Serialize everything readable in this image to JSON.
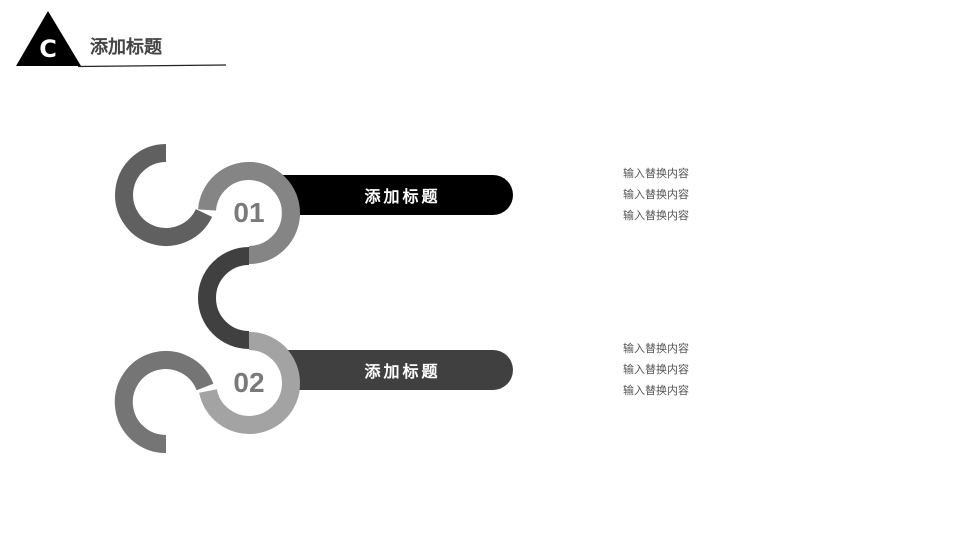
{
  "header": {
    "badge_letter": "C",
    "title": "添加标题"
  },
  "colors": {
    "arc_top_left": "#606060",
    "circle_1": "#858585",
    "arc_middle": "#404040",
    "circle_2": "#a3a3a3",
    "arc_bottom_left": "#757575",
    "bar_1": "#000000",
    "bar_2": "#404040",
    "number_text": "#7a7a7a"
  },
  "steps": [
    {
      "number": "01",
      "title": "添加标题",
      "items": [
        "输入替换内容",
        "输入替换内容",
        "输入替换内容"
      ]
    },
    {
      "number": "02",
      "title": "添加标题",
      "items": [
        "输入替换内容",
        "输入替换内容",
        "输入替换内容"
      ]
    }
  ]
}
